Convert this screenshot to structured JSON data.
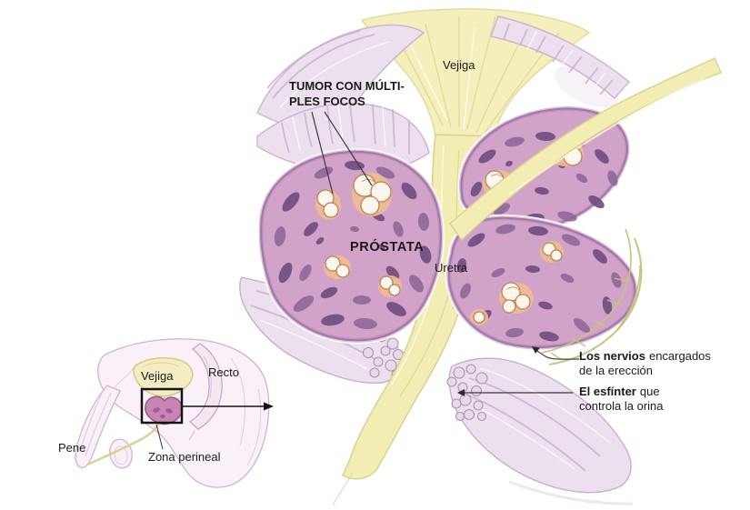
{
  "colors": {
    "background": "#ffffff",
    "prostate_fill": "#d2a3c8",
    "prostate_outline": "#a276a6",
    "gland_streak_dark": "#6f4f80",
    "gland_streak_light": "#8a6696",
    "tumor_fill": "#fbf7ef",
    "tumor_rim": "#f0bd92",
    "tumor_outline": "#c08050",
    "urethra_fill": "#f2edb2",
    "urethra_edge": "#d9d18d",
    "bladder_fill": "#f4efbb",
    "muscle_fill": "#ece0ee",
    "muscle_streak": "#c9b2cf",
    "nerve_stroke": "#c6c47c",
    "label_color": "#1a1a1a",
    "leader_color": "#3a3a3a",
    "inset_body_fill": "#faf0f8",
    "inset_outline": "#d0b2d2",
    "inset_bladder_fill": "#f4ecc2",
    "inset_prostate_fill": "#c885b2"
  },
  "main_view": {
    "labels": {
      "bladder": "Vejiga",
      "tumor_line1": "TUMOR CON MÚLTI-",
      "tumor_line2": "PLES FOCOS",
      "prostate": "PRÓSTATA",
      "urethra": "Uretra",
      "nerves_bold": "Los nervios",
      "nerves_rest": "encargados",
      "nerves_line2": "de la erección",
      "sphincter_bold": "El esfínter",
      "sphincter_rest": "que",
      "sphincter_line2": "controla la orina"
    }
  },
  "inset_view": {
    "labels": {
      "bladder": "Vejiga",
      "rectum": "Recto",
      "penis": "Pene",
      "perineal_zone": "Zona perineal"
    }
  }
}
